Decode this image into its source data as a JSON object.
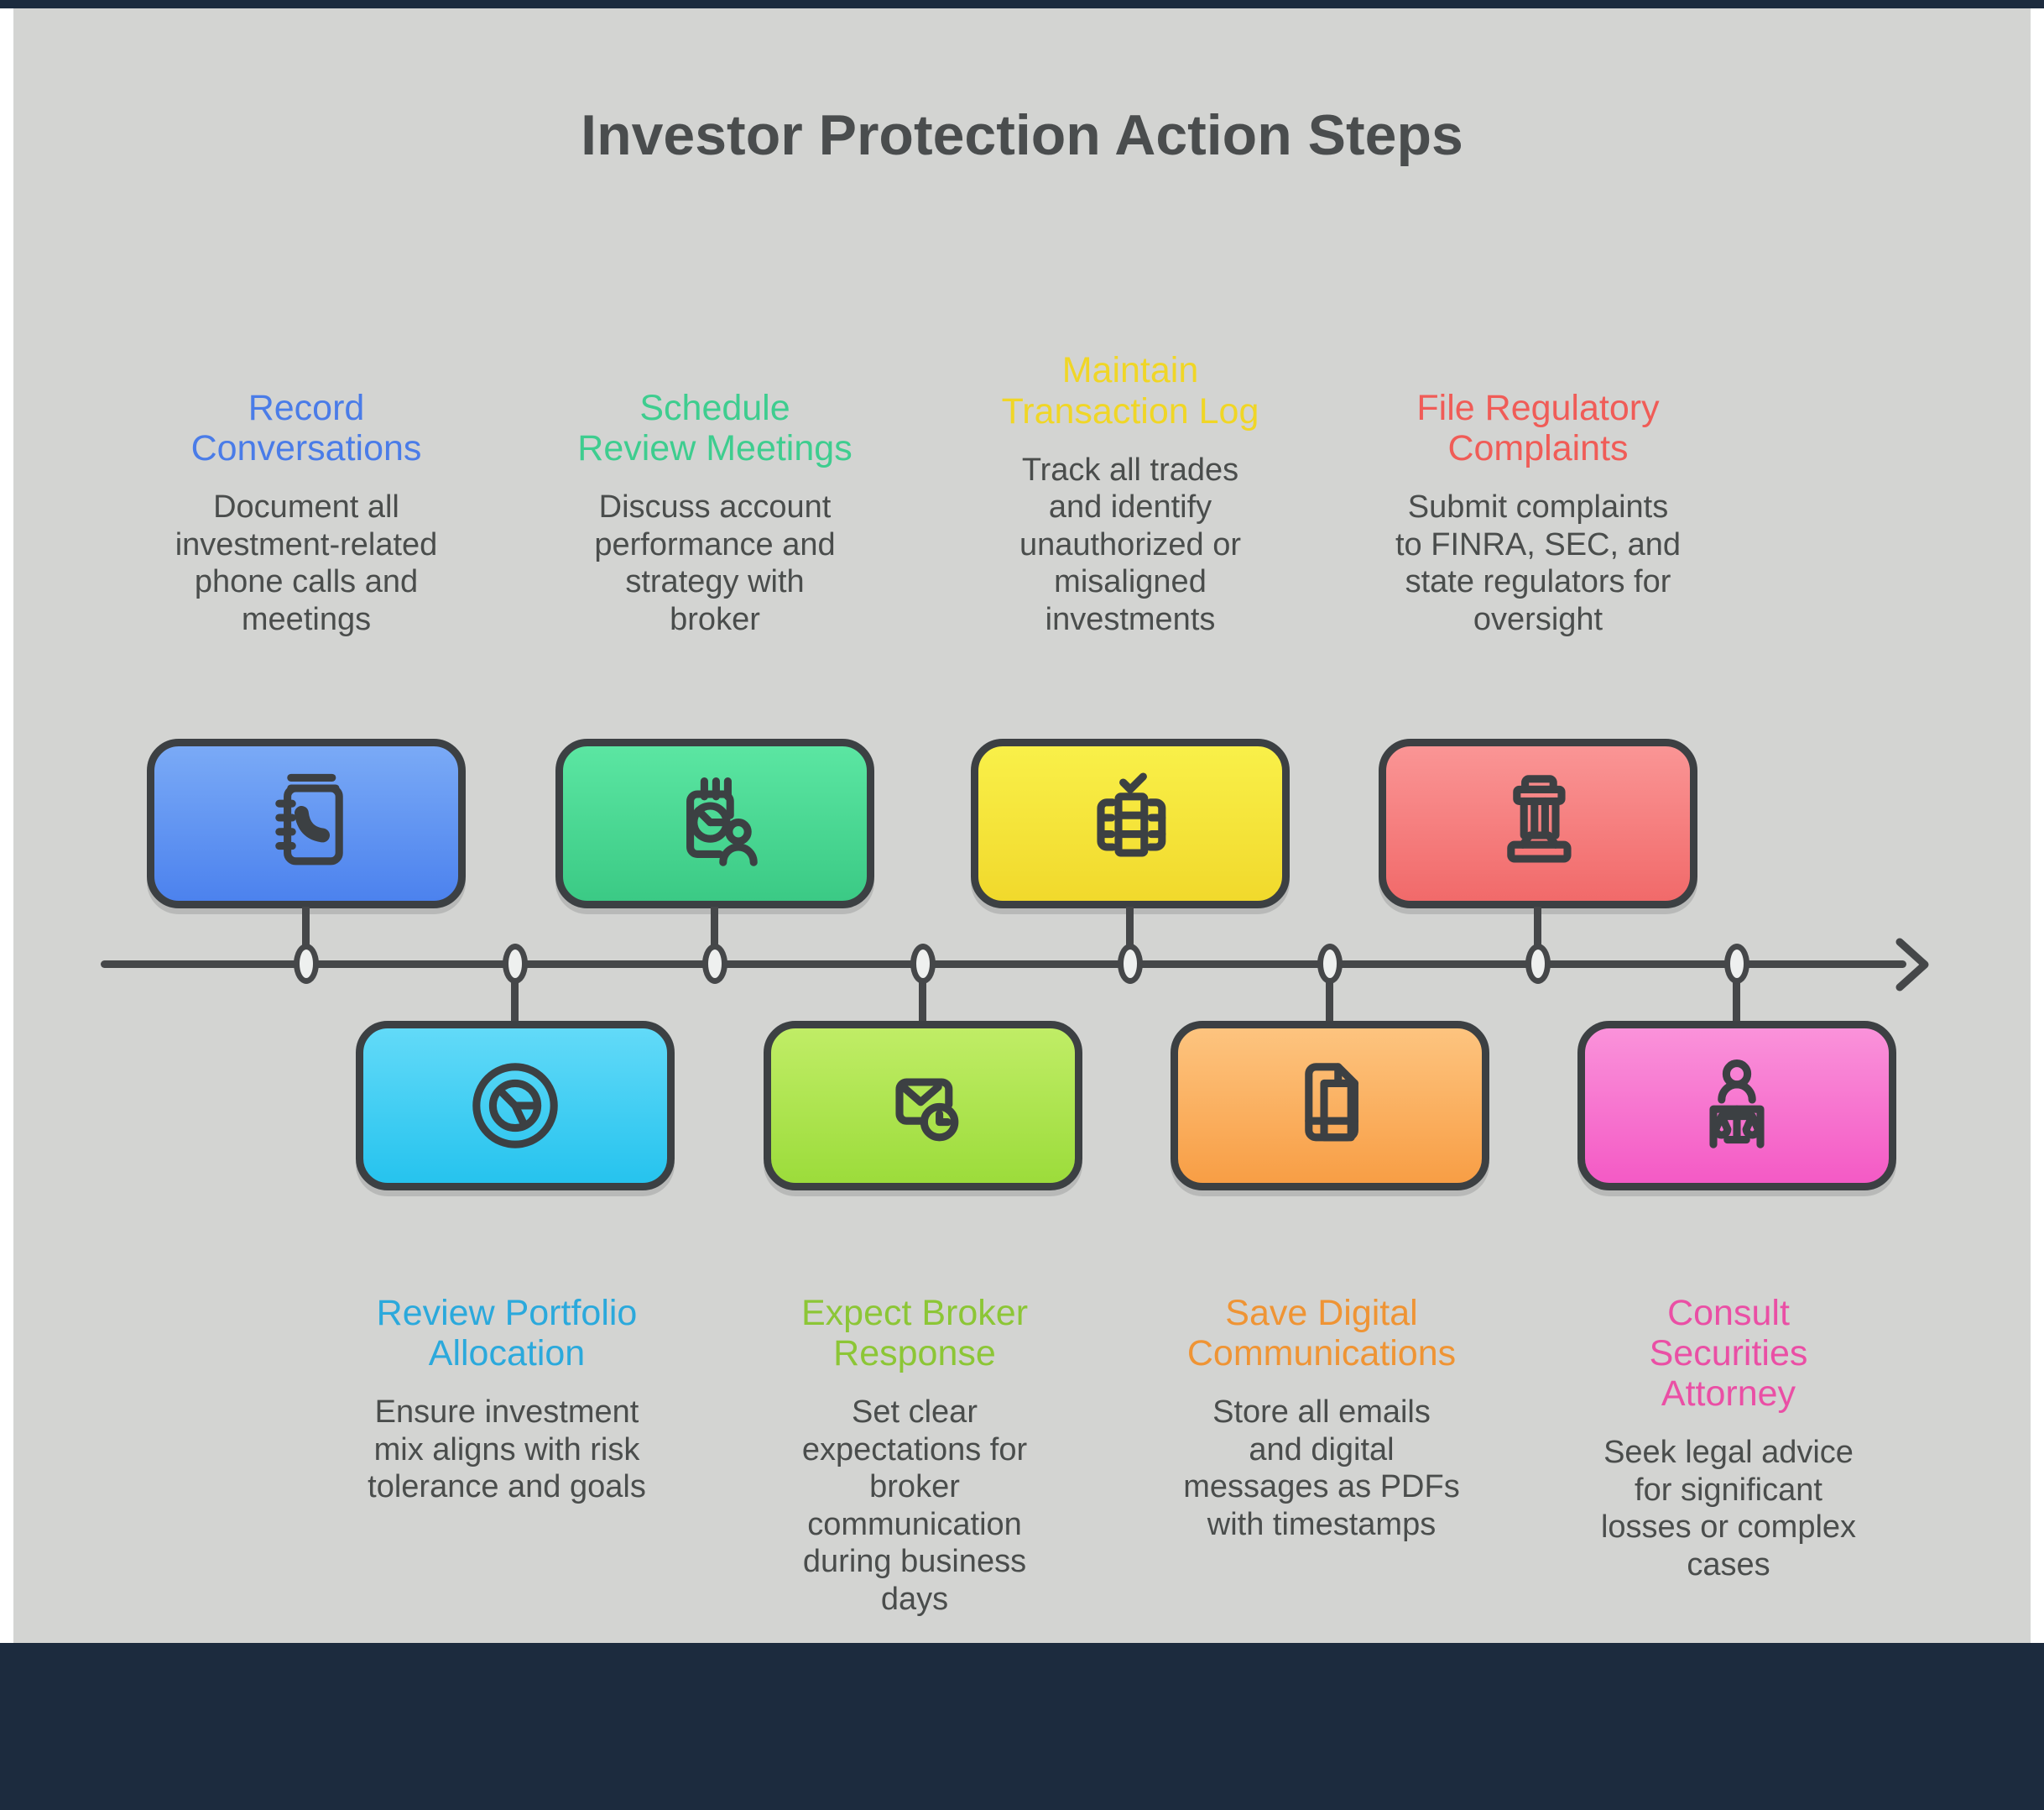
{
  "page": {
    "title": "Investor Protection Action Steps",
    "title_color": "#4a4d4e",
    "background_color": "#d3d4d2",
    "top_bar_color": "#1c2b3e",
    "footer_color": "#1c2b3e",
    "timeline_color": "#454749",
    "description_text_color": "#4a4d4c",
    "box_border_color": "#3c4043"
  },
  "timeline": {
    "node_count": 8,
    "direction": "left-to-right",
    "arrow": "right"
  },
  "steps": [
    {
      "position": "above",
      "title": "Record\nConversations",
      "description": "Document all\ninvestment-related\nphone calls and\nmeetings",
      "title_color": "#4a7ce8",
      "box_gradient_top": "#7aaaf6",
      "box_gradient_bottom": "#4c82ee",
      "icon": "phone-book"
    },
    {
      "position": "below",
      "title": "Review Portfolio\nAllocation",
      "description": "Ensure investment\nmix aligns with risk\ntolerance and goals",
      "title_color": "#2ba9dc",
      "box_gradient_top": "#62daf8",
      "box_gradient_bottom": "#26c3ee",
      "icon": "pie-chart"
    },
    {
      "position": "above",
      "title": "Schedule\nReview Meetings",
      "description": "Discuss account\nperformance and\nstrategy with\nbroker",
      "title_color": "#3ecd8f",
      "box_gradient_top": "#5be6a2",
      "box_gradient_bottom": "#3bca85",
      "icon": "calendar-review"
    },
    {
      "position": "below",
      "title": "Expect Broker\nResponse",
      "description": "Set clear\nexpectations for\nbroker\ncommunication\nduring business\ndays",
      "title_color": "#8cc636",
      "box_gradient_top": "#c0ed66",
      "box_gradient_bottom": "#9cdc3b",
      "icon": "mail-clock"
    },
    {
      "position": "above",
      "title": "Maintain\nTransaction Log",
      "description": "Track all trades\nand identify\nunauthorized or\nmisaligned\ninvestments",
      "title_color": "#f0d626",
      "box_gradient_top": "#f9f049",
      "box_gradient_bottom": "#f1d92c",
      "icon": "transaction-log"
    },
    {
      "position": "below",
      "title": "Save Digital\nCommunications",
      "description": "Store all emails\nand digital\nmessages as PDFs\nwith timestamps",
      "title_color": "#ef9434",
      "box_gradient_top": "#fdc47f",
      "box_gradient_bottom": "#f89e45",
      "icon": "documents"
    },
    {
      "position": "above",
      "title": "File Regulatory\nComplaints",
      "description": "Submit complaints\nto FINRA, SEC, and\nstate regulators for\noversight",
      "title_color": "#f05c57",
      "box_gradient_top": "#fa9595",
      "box_gradient_bottom": "#f16a6a",
      "icon": "bank-building"
    },
    {
      "position": "below",
      "title": "Consult\nSecurities\nAttorney",
      "description": "Seek legal advice\nfor significant\nlosses or complex\ncases",
      "title_color": "#ea4fa5",
      "box_gradient_top": "#fa92da",
      "box_gradient_bottom": "#f45ac5",
      "icon": "attorney-scales"
    }
  ]
}
